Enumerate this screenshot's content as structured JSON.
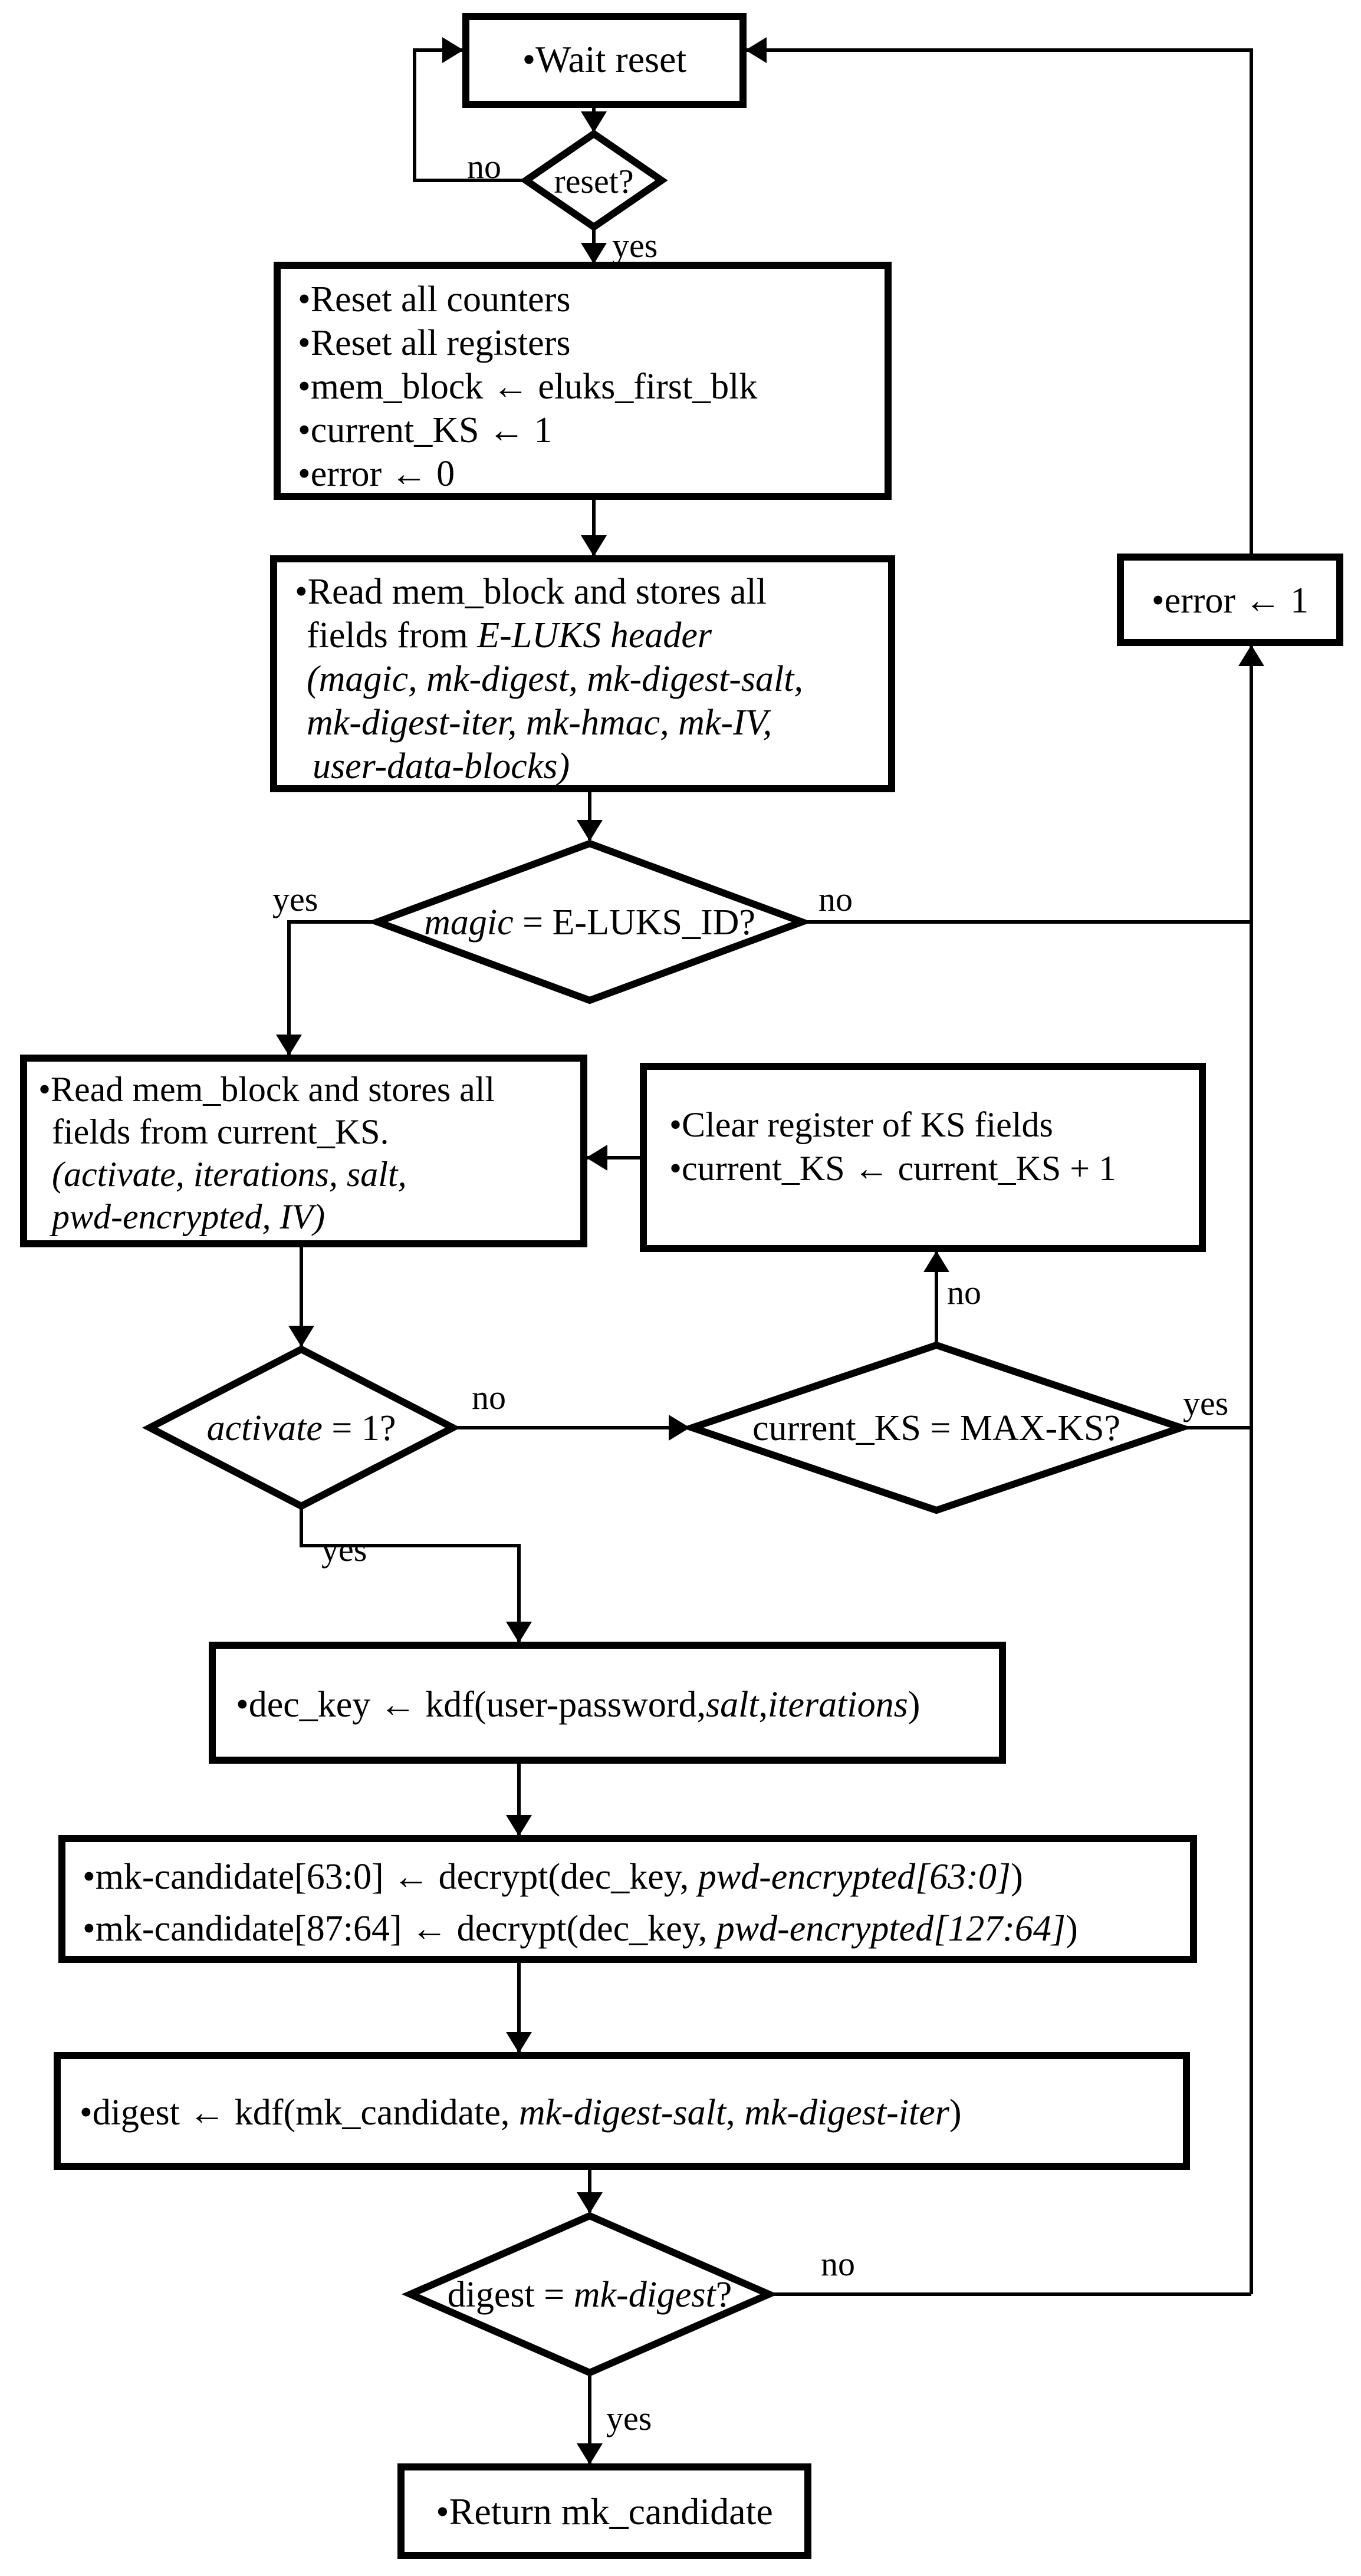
{
  "colors": {
    "stroke": "#000000",
    "background": "#ffffff"
  },
  "nodes": {
    "wait_reset": {
      "text": "•Wait reset"
    },
    "reset_q": {
      "text": "reset?"
    },
    "init": {
      "l1": "•Reset all counters",
      "l2": "•Reset all registers",
      "l3": "•mem_block ← eluks_first_blk",
      "l4": "•current_KS ← 1",
      "l5": "•error ← 0"
    },
    "read_header": {
      "l1": "•Read mem_block and stores all",
      "l2a": "fields from ",
      "l2b": "E-LUKS header",
      "l3": "(magic, mk-digest, mk-digest-salt,",
      "l4": "mk-digest-iter, mk-hmac, mk-IV,",
      "l5": "user-data-blocks)"
    },
    "magic_q": {
      "p1": "magic",
      "p2": " = E-LUKS_ID?"
    },
    "read_ks": {
      "l1": "•Read mem_block and stores all",
      "l2": "fields from current_KS.",
      "l3": "(activate, iterations, salt,",
      "l4": "pwd-encrypted, IV)"
    },
    "clear_ks": {
      "l1": "•Clear register of KS fields",
      "l2": "•current_KS ← current_KS + 1"
    },
    "activate_q": {
      "p1": "activate",
      "p2": " = 1?"
    },
    "maxks_q": {
      "text": "current_KS = MAX-KS?"
    },
    "dec_key": {
      "p1": "•dec_key ← kdf(user-password,",
      "p2": "salt",
      "p3": ",",
      "p4": "iterations",
      "p5": ")"
    },
    "mk_candidate": {
      "l1a": "•mk-candidate[63:0] ← decrypt(dec_key, ",
      "l1b": "pwd-encrypted[63:0]",
      "l1c": ")",
      "l2a": "•mk-candidate[87:64] ← decrypt(dec_key, ",
      "l2b": "pwd-encrypted[127:64]",
      "l2c": ")"
    },
    "digest_calc": {
      "p1": "•digest ← kdf(mk_candidate, ",
      "p2": "mk-digest-salt",
      "p3": ", ",
      "p4": "mk-digest-iter",
      "p5": ")"
    },
    "digest_q": {
      "p1": "digest = ",
      "p2": "mk-digest",
      "p3": "?"
    },
    "return_box": {
      "text": "•Return mk_candidate"
    },
    "error_box": {
      "text": "•error ← 1"
    }
  },
  "labels": {
    "reset_no": "no",
    "reset_yes": "yes",
    "magic_yes": "yes",
    "magic_no": "no",
    "activate_no": "no",
    "activate_yes": "yes",
    "maxks_no": "no",
    "maxks_yes": "yes",
    "digest_no": "no",
    "digest_yes": "yes"
  }
}
